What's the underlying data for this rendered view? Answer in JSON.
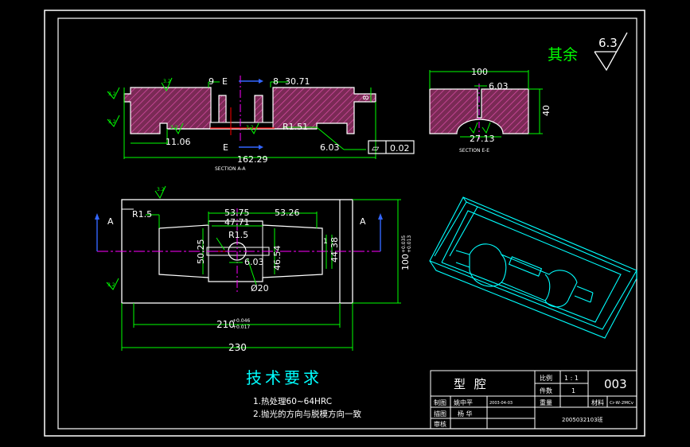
{
  "colors": {
    "background": "#000000",
    "outline": "#ffffff",
    "dimension": "#00ff00",
    "hatch": "#cc3399",
    "hatch_fill": "#7a2a55",
    "centerline": "#ff00ff",
    "cut": "#ff0000",
    "iso": "#00ffff",
    "accent_blue": "#3366ff"
  },
  "surface_note": {
    "prefix": "其余",
    "value": "6.3"
  },
  "section_aa": {
    "roughness_marks": [
      "3.2",
      "3.2",
      "3.2",
      "3.2",
      "3.2"
    ],
    "dims": {
      "d9": "9",
      "labelE_top": "E",
      "d8": "8",
      "d30_71": "30.71",
      "d8_vertical": "8",
      "r1_51": "R1.51",
      "d11_06": "11.06",
      "labelE_bottom": "E",
      "d6_03": "6.03",
      "d162_29": "162.29"
    },
    "tolerance": {
      "symbol": "▱",
      "value": "0.02"
    },
    "caption": "SECTION A-A"
  },
  "section_ee": {
    "dims": {
      "d100": "100",
      "d6_03": "6.03",
      "d40": "40",
      "d27_13": "27.13"
    },
    "caption": "SECTION E-E"
  },
  "plan_view": {
    "roughness_marks": [
      "3.2",
      "3.2"
    ],
    "dims": {
      "r1_5_left": "R1.5",
      "label_a_left": "A",
      "label_a_right": "A",
      "d53_75": "53.75",
      "d53_26": "53.26",
      "d47_71": "47.71",
      "r1_5_center": "R1.5",
      "d50_25": "50.25",
      "d6_03": "6.03",
      "d46_54": "46.54",
      "d38": "38",
      "d44": "44",
      "d1": "1",
      "d100": "100",
      "d100_tol_upper": "+0.035",
      "d100_tol_lower": "+0.013",
      "d20": "Ø20",
      "d210": "210",
      "d210_tol_upper": "+0.046",
      "d210_tol_lower": "+0.017",
      "d230": "230"
    }
  },
  "requirements": {
    "title": "技术要求",
    "items": [
      "1.热处理60~64HRC",
      "2.抛光的方向与脱模方向一致"
    ]
  },
  "title_block": {
    "part_name": "型  腔",
    "scale_label": "比例",
    "scale_value": "1 : 1",
    "drawing_no": "003",
    "count_label": "件数",
    "count_value": "1",
    "drawn_label": "制图",
    "drawn_name": "姚中平",
    "drawn_date": "2003-04-03",
    "weight_label": "重量",
    "material_label": "材料",
    "material_value": "Cr-W-2MCv",
    "design_label": "描图",
    "design_name": "杨  华",
    "review_label": "审核",
    "code": "2005032103班"
  }
}
